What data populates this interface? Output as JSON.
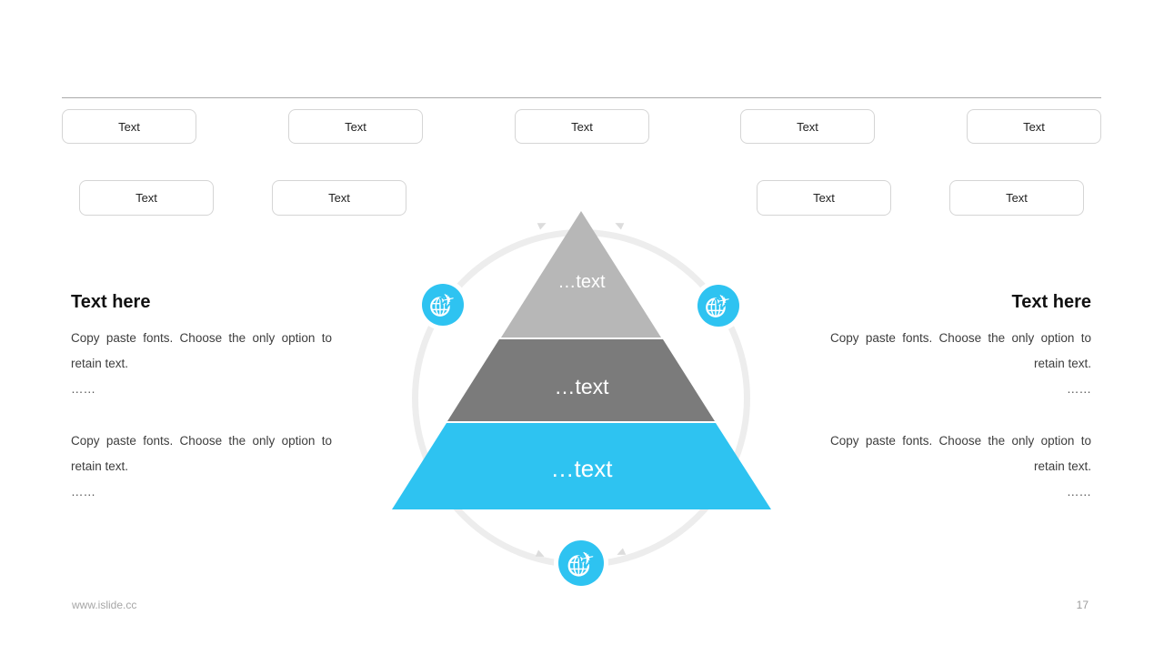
{
  "top_row_boxes": [
    {
      "label": "Text"
    },
    {
      "label": "Text"
    },
    {
      "label": "Text"
    },
    {
      "label": "Text"
    },
    {
      "label": "Text"
    }
  ],
  "second_row_boxes": [
    {
      "label": "Text"
    },
    {
      "label": "Text"
    },
    {
      "label": "Text"
    },
    {
      "label": "Text"
    }
  ],
  "pyramid": {
    "levels": [
      {
        "id": "top",
        "label": "…text",
        "color": "#b7b7b7"
      },
      {
        "id": "middle",
        "label": "…text",
        "color": "#7b7b7b"
      },
      {
        "id": "bottom",
        "label": "…text",
        "color": "#2ec3f1"
      }
    ]
  },
  "icons": [
    {
      "name": "globe-airplane-icon",
      "position": "left"
    },
    {
      "name": "globe-airplane-icon",
      "position": "right"
    },
    {
      "name": "globe-airplane-icon",
      "position": "bottom"
    }
  ],
  "left_panel": {
    "title": "Text here",
    "paragraphs": [
      {
        "text": "Copy paste fonts. Choose the only option to retain text.",
        "ellipsis": "……"
      },
      {
        "text": "Copy paste fonts. Choose the only option to retain text.",
        "ellipsis": "……"
      }
    ]
  },
  "right_panel": {
    "title": "Text here",
    "paragraphs": [
      {
        "text": "Copy paste fonts. Choose the only option to retain text.",
        "ellipsis": "……"
      },
      {
        "text": "Copy paste fonts. Choose the only option to retain text.",
        "ellipsis": "……"
      }
    ]
  },
  "footer": {
    "website": "www.islide.cc",
    "page_number": "17"
  },
  "colors": {
    "accent_blue": "#2ec3f1",
    "pyramid_top_gray": "#b7b7b7",
    "pyramid_middle_gray": "#7b7b7b",
    "ring_gray": "#ededed",
    "box_border": "#d5d5d5",
    "divider": "#aaaaaa",
    "footer_text": "#a6a6a6"
  }
}
